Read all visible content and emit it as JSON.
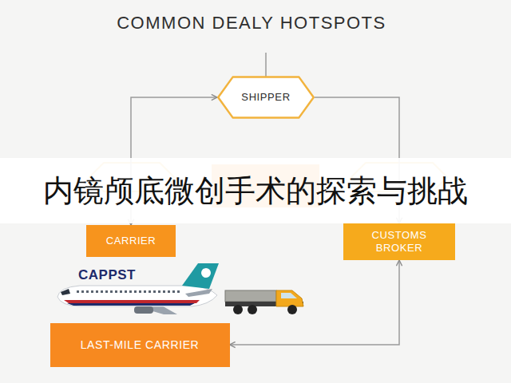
{
  "diagram": {
    "title": "COMMON DEALY HOTSPOTS",
    "nodes": [
      {
        "text": [
          "SHIPPER"
        ]
      },
      {
        "text": [
          "CARRIER"
        ]
      },
      {
        "text": [
          "CUSTOMS BROKER"
        ]
      },
      {
        "text": [
          "LAST-MILE CARRIER"
        ]
      }
    ],
    "edges": [
      {
        "from": 0,
        "to": 1,
        "arrow": "both"
      },
      {
        "from": 0,
        "to": 2,
        "arrow": "to"
      },
      {
        "from": 2,
        "to": 3,
        "arrow": "both"
      }
    ],
    "labels": [
      "内镜颅底微创手术的探索与挑战",
      "CAPPST"
    ]
  }
}
